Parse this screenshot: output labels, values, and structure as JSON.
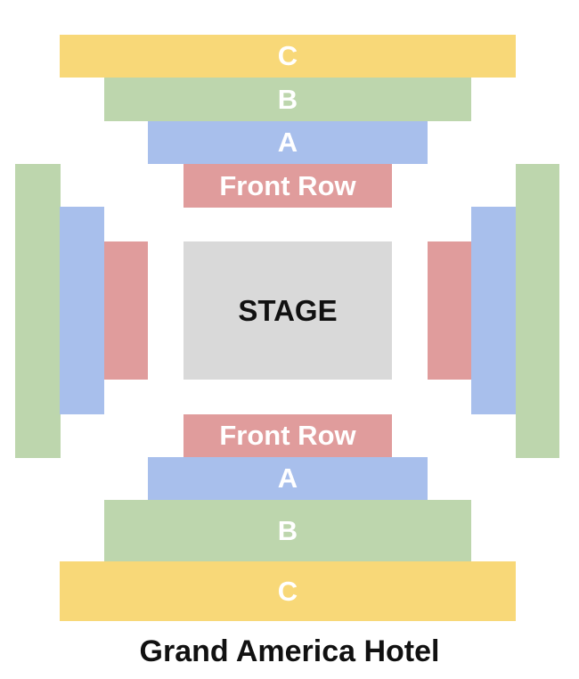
{
  "venue": "Grand America Hotel",
  "stage_label": "STAGE",
  "sections": {
    "c": "C",
    "b": "B",
    "a": "A",
    "front_row": "Front Row"
  },
  "colors": {
    "c": "#F8D878",
    "b": "#BDD6AD",
    "a": "#A8BFEC",
    "front_row": "#E09C9C",
    "stage": "#D9D9D9"
  }
}
